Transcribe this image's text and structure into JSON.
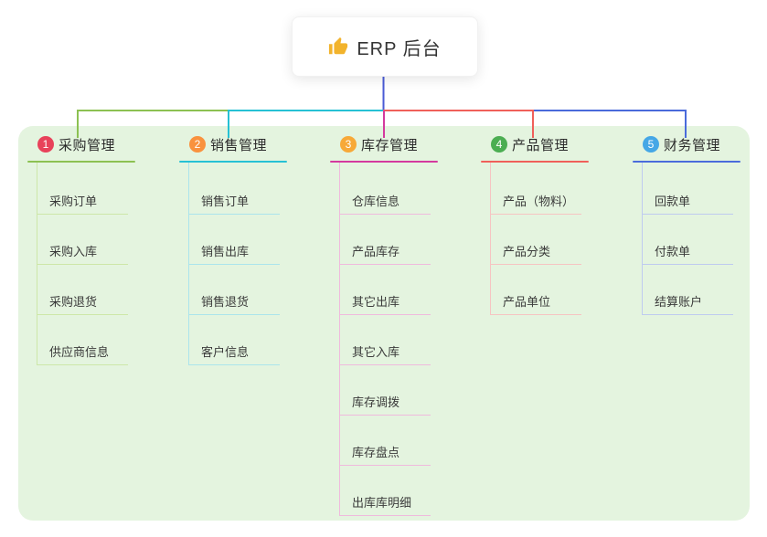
{
  "root": {
    "label": "ERP 后台",
    "icon": "thumbs-up-icon",
    "icon_color": "#f2b32c"
  },
  "colors": {
    "background_panel": "#e4f4df",
    "root_connector": "#4a5bd6"
  },
  "branches": [
    {
      "index": "1",
      "label": "采购管理",
      "badge_color": "#e8425a",
      "line_color": "#8cc152",
      "child_line_color": "#cde7a8",
      "children": [
        "采购订单",
        "采购入库",
        "采购退货",
        "供应商信息"
      ]
    },
    {
      "index": "2",
      "label": "销售管理",
      "badge_color": "#f9923e",
      "line_color": "#26c1d4",
      "child_line_color": "#abe4ec",
      "children": [
        "销售订单",
        "销售出库",
        "销售退货",
        "客户信息"
      ]
    },
    {
      "index": "3",
      "label": "库存管理",
      "badge_color": "#f7a938",
      "line_color": "#d43a9e",
      "child_line_color": "#efbadd",
      "children": [
        "仓库信息",
        "产品库存",
        "其它出库",
        "其它入库",
        "库存调拨",
        "库存盘点",
        "出库库明细"
      ]
    },
    {
      "index": "4",
      "label": "产品管理",
      "badge_color": "#4cae52",
      "line_color": "#f0605a",
      "child_line_color": "#f6c4c2",
      "children": [
        "产品（物料）",
        "产品分类",
        "产品单位"
      ]
    },
    {
      "index": "5",
      "label": "财务管理",
      "badge_color": "#45a7e6",
      "line_color": "#4a6bdb",
      "child_line_color": "#bfcbf0",
      "children": [
        "回款单",
        "付款单",
        "结算账户"
      ]
    }
  ]
}
